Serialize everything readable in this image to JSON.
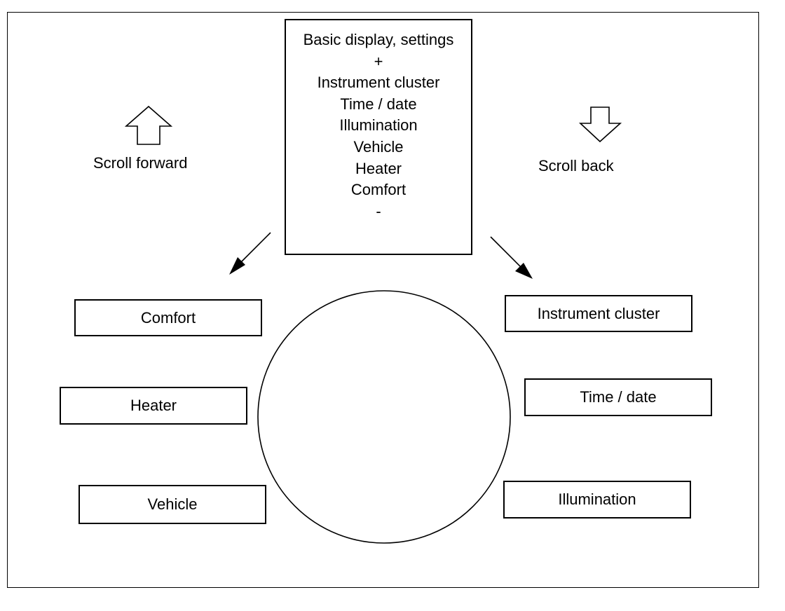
{
  "main_box": {
    "lines": [
      "Basic display, settings",
      "+",
      "Instrument cluster",
      "Time / date",
      "Illumination",
      "Vehicle",
      "Heater",
      "Comfort",
      "-"
    ]
  },
  "scroll_forward": {
    "label": "Scroll forward"
  },
  "scroll_back": {
    "label": "Scroll back"
  },
  "menu_boxes": {
    "comfort": "Comfort",
    "heater": "Heater",
    "vehicle": "Vehicle",
    "instrument_cluster": "Instrument cluster",
    "time_date": "Time / date",
    "illumination": "Illumination"
  }
}
